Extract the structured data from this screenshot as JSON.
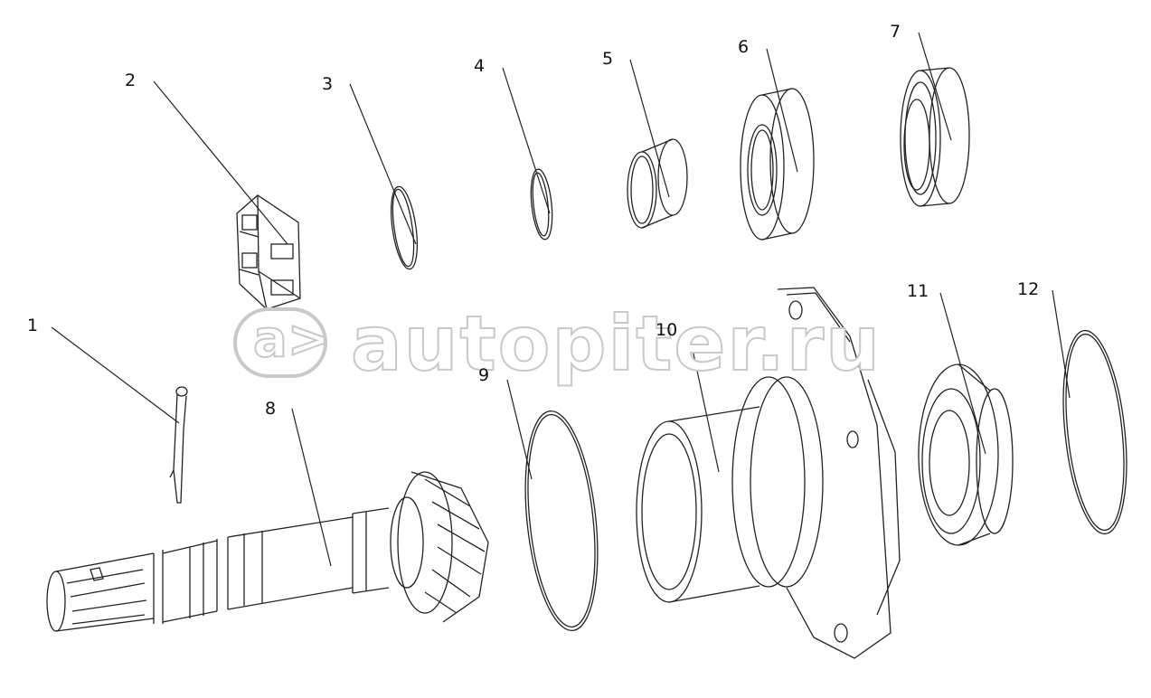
{
  "callouts": [
    {
      "id": "1",
      "label": "1"
    },
    {
      "id": "2",
      "label": "2"
    },
    {
      "id": "3",
      "label": "3"
    },
    {
      "id": "4",
      "label": "4"
    },
    {
      "id": "5",
      "label": "5"
    },
    {
      "id": "6",
      "label": "6"
    },
    {
      "id": "7",
      "label": "7"
    },
    {
      "id": "8",
      "label": "8"
    },
    {
      "id": "9",
      "label": "9"
    },
    {
      "id": "10",
      "label": "10"
    },
    {
      "id": "11",
      "label": "11"
    },
    {
      "id": "12",
      "label": "12"
    }
  ],
  "watermark": {
    "badge": "a>",
    "text": "autopiter.ru"
  },
  "colors": {
    "line": "#222222",
    "watermark": "#c9c9c9",
    "background": "#ffffff"
  }
}
